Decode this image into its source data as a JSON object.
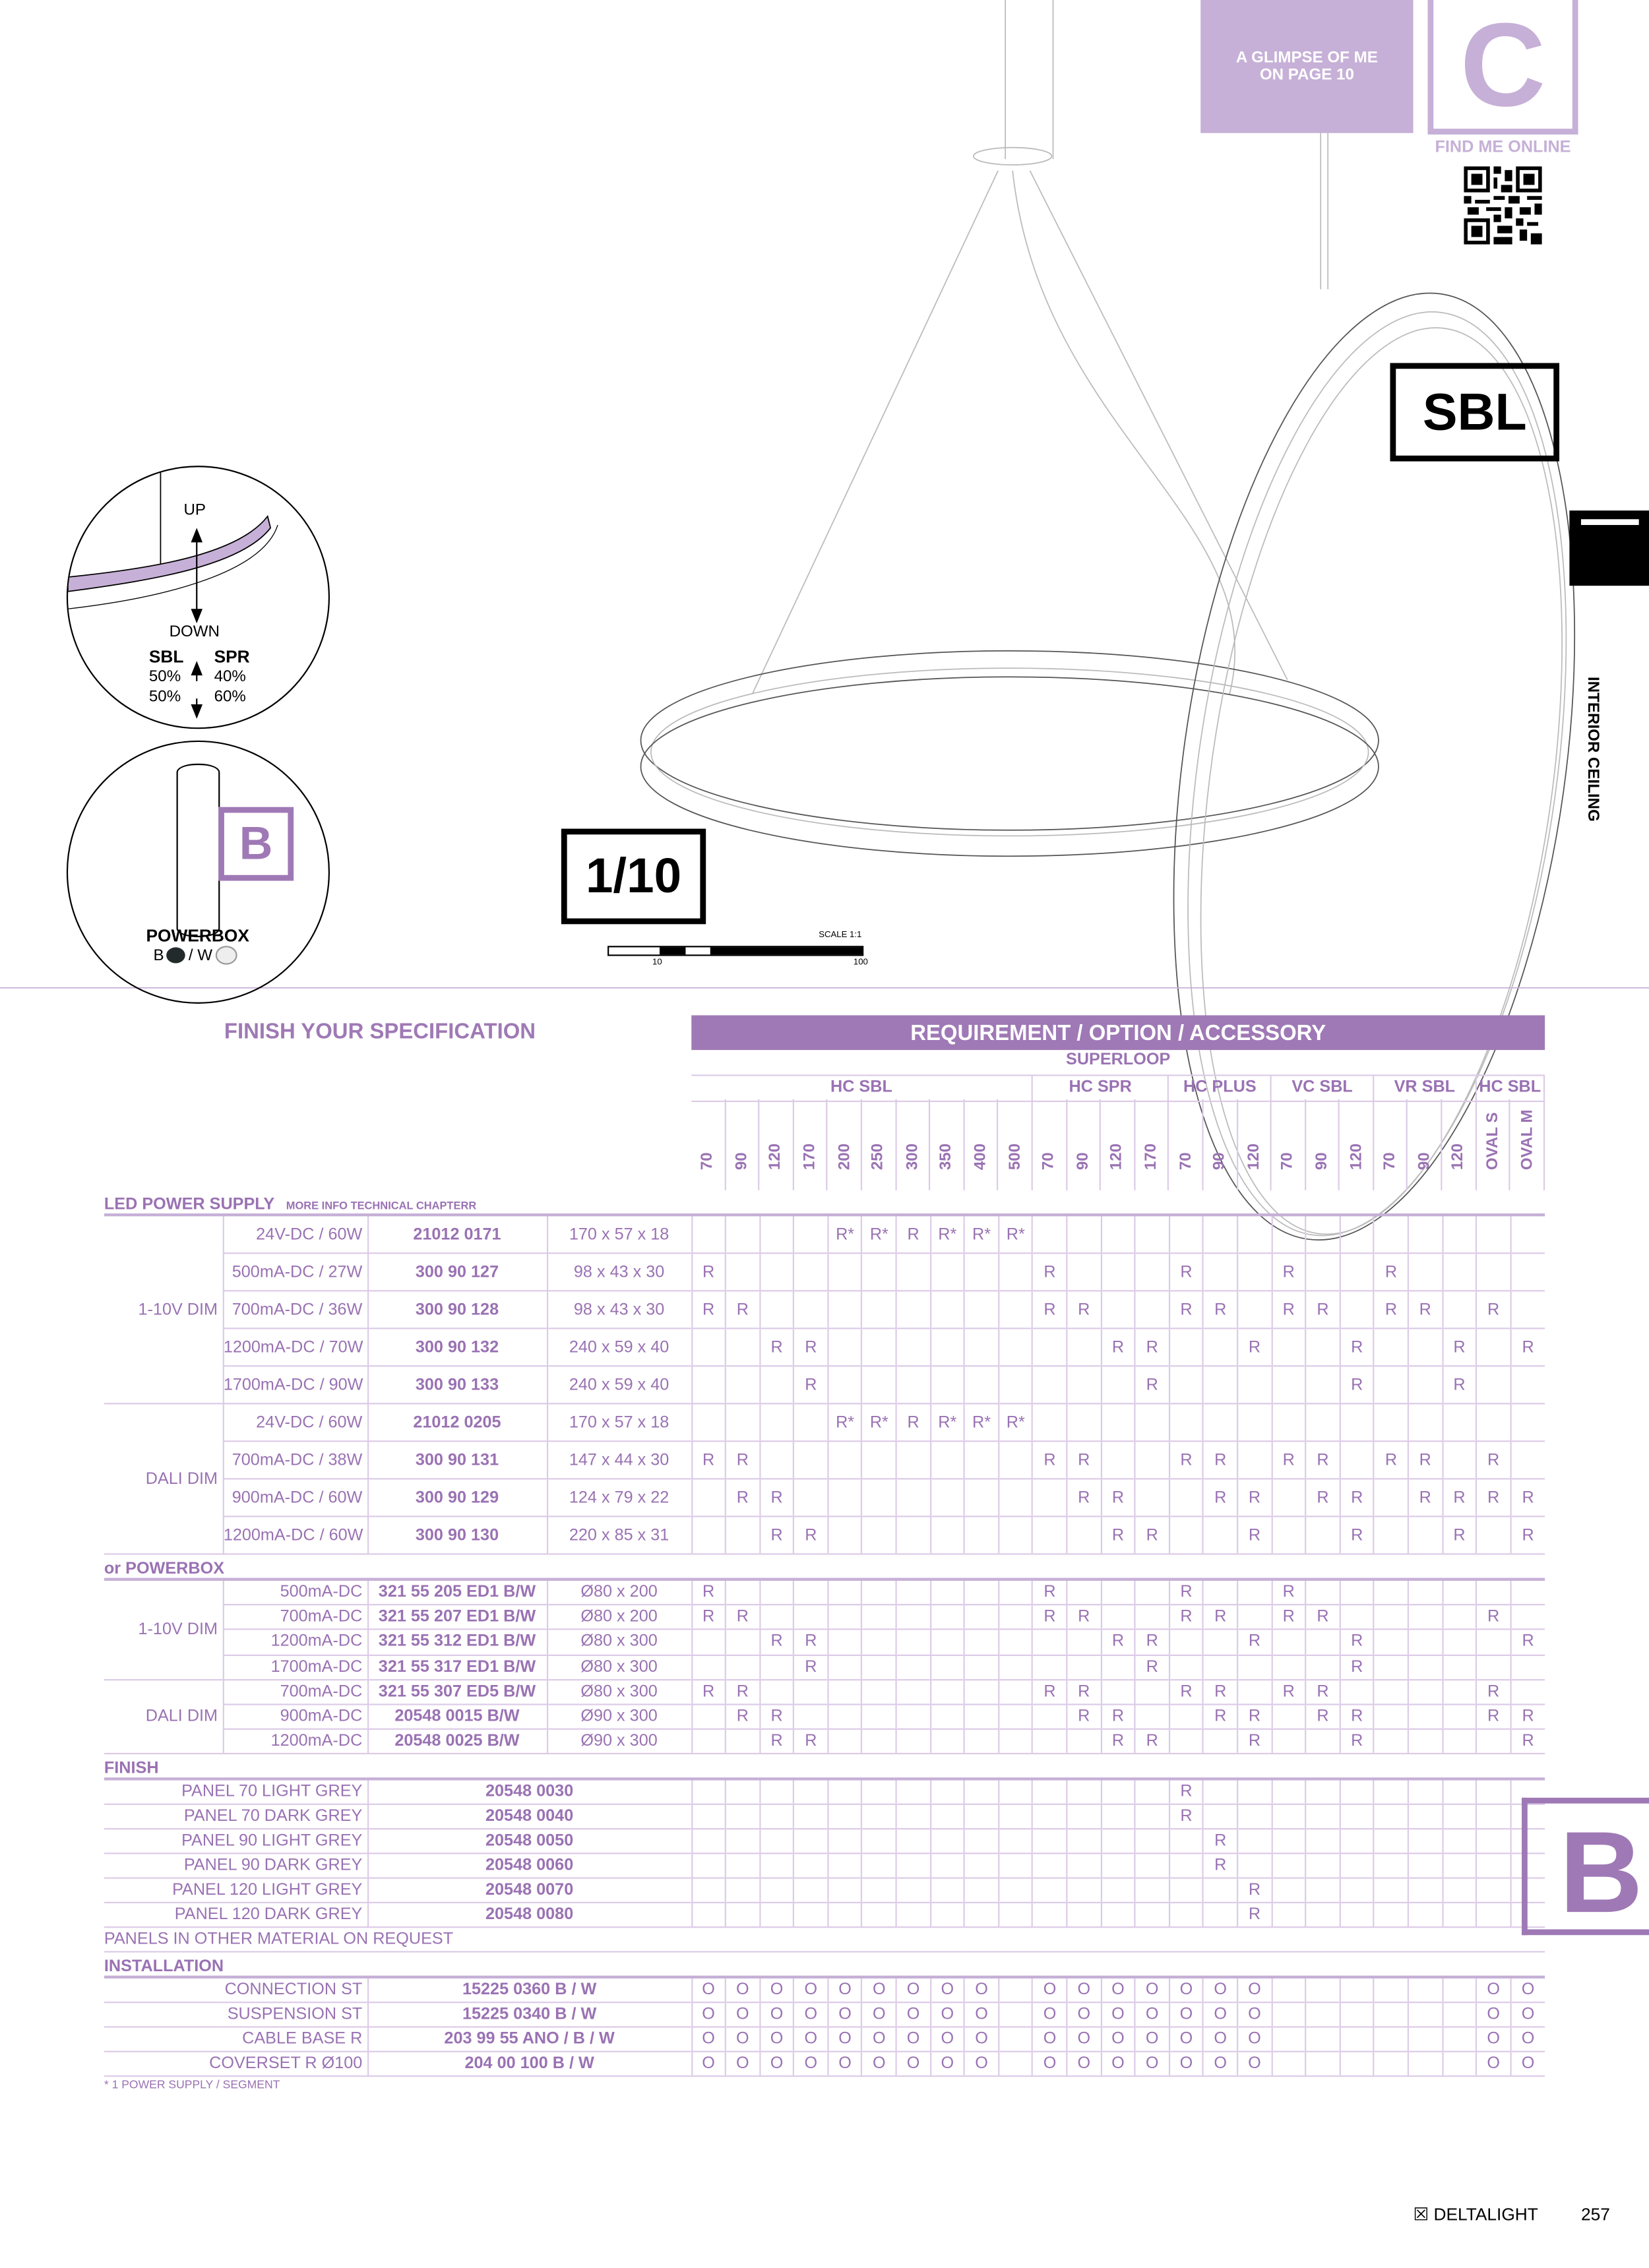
{
  "header": {
    "glimpse_line1": "A GLIMPSE OF ME",
    "glimpse_line2": "ON PAGE 10",
    "category_letter": "C",
    "find_me_online": "FIND ME ONLINE"
  },
  "product_badge": "SBL",
  "side_tab": "INTERIOR CEILING",
  "scale_badge": "1/10",
  "scale_bar": {
    "label": "SCALE 1:1",
    "tick_10": "10",
    "tick_100": "100"
  },
  "detail_light": {
    "up": "UP",
    "down": "DOWN",
    "sbl": "SBL",
    "spr": "SPR",
    "sbl_up": "50%",
    "sbl_down": "50%",
    "spr_up": "40%",
    "spr_down": "60%"
  },
  "detail_powerbox": {
    "badge": "B",
    "title": "POWERBOX",
    "b": "B",
    "w": "/ W"
  },
  "finish_badge": "B",
  "spec": {
    "title": "FINISH YOUR SPECIFICATION",
    "requirement_title": "REQUIREMENT / OPTION / ACCESSORY",
    "family": "SUPERLOOP",
    "groups": [
      {
        "name": "HC SBL",
        "columns": [
          "70",
          "90",
          "120",
          "170",
          "200",
          "250",
          "300",
          "350",
          "400",
          "500"
        ]
      },
      {
        "name": "HC SPR",
        "columns": [
          "70",
          "90",
          "120",
          "170"
        ]
      },
      {
        "name": "HC PLUS",
        "columns": [
          "70",
          "90",
          "120"
        ]
      },
      {
        "name": "VC SBL",
        "columns": [
          "70",
          "90",
          "120"
        ]
      },
      {
        "name": "VR SBL",
        "columns": [
          "70",
          "90",
          "120"
        ]
      },
      {
        "name": "HC SBL",
        "columns": [
          "OVAL S",
          "OVAL M"
        ]
      }
    ],
    "led": {
      "title": "LED POWER SUPPLY",
      "subtitle": "MORE INFO TECHNICAL CHAPTERR",
      "groups": [
        {
          "label": "1-10V DIM",
          "rows": [
            {
              "spec": "24V-DC / 60W",
              "code": "21012 0171",
              "dims": "170 x 57 x 18",
              "marks": [
                "",
                "",
                "",
                "",
                "R*",
                "R*",
                "R",
                "R*",
                "R*",
                "R*",
                "",
                "",
                "",
                "",
                "",
                "",
                "",
                "",
                "",
                "",
                "",
                "",
                "",
                "",
                ""
              ]
            },
            {
              "spec": "500mA-DC / 27W",
              "code": "300 90 127",
              "dims": "98 x 43 x 30",
              "marks": [
                "R",
                "",
                "",
                "",
                "",
                "",
                "",
                "",
                "",
                "",
                "R",
                "",
                "",
                "",
                "R",
                "",
                "",
                "R",
                "",
                "",
                "R",
                "",
                "",
                "",
                ""
              ]
            },
            {
              "spec": "700mA-DC / 36W",
              "code": "300 90 128",
              "dims": "98 x 43 x 30",
              "marks": [
                "R",
                "R",
                "",
                "",
                "",
                "",
                "",
                "",
                "",
                "",
                "R",
                "R",
                "",
                "",
                "R",
                "R",
                "",
                "R",
                "R",
                "",
                "R",
                "R",
                "",
                "R",
                ""
              ]
            },
            {
              "spec": "1200mA-DC / 70W",
              "code": "300 90 132",
              "dims": "240 x 59 x 40",
              "marks": [
                "",
                "",
                "R",
                "R",
                "",
                "",
                "",
                "",
                "",
                "",
                "",
                "",
                "R",
                "R",
                "",
                "",
                "R",
                "",
                "",
                "R",
                "",
                "",
                "R",
                "",
                "R"
              ]
            },
            {
              "spec": "1700mA-DC / 90W",
              "code": "300 90 133",
              "dims": "240 x 59 x 40",
              "marks": [
                "",
                "",
                "",
                "R",
                "",
                "",
                "",
                "",
                "",
                "",
                "",
                "",
                "",
                "R",
                "",
                "",
                "",
                "",
                "",
                "R",
                "",
                "",
                "R",
                "",
                ""
              ]
            }
          ]
        },
        {
          "label": "DALI DIM",
          "rows": [
            {
              "spec": "24V-DC / 60W",
              "code": "21012 0205",
              "dims": "170 x 57 x 18",
              "marks": [
                "",
                "",
                "",
                "",
                "R*",
                "R*",
                "R",
                "R*",
                "R*",
                "R*",
                "",
                "",
                "",
                "",
                "",
                "",
                "",
                "",
                "",
                "",
                "",
                "",
                "",
                "",
                ""
              ]
            },
            {
              "spec": "700mA-DC / 38W",
              "code": "300 90 131",
              "dims": "147 x 44 x 30",
              "marks": [
                "R",
                "R",
                "",
                "",
                "",
                "",
                "",
                "",
                "",
                "",
                "R",
                "R",
                "",
                "",
                "R",
                "R",
                "",
                "R",
                "R",
                "",
                "R",
                "R",
                "",
                "R",
                ""
              ]
            },
            {
              "spec": "900mA-DC / 60W",
              "code": "300 90 129",
              "dims": "124 x 79 x 22",
              "marks": [
                "",
                "R",
                "R",
                "",
                "",
                "",
                "",
                "",
                "",
                "",
                "",
                "R",
                "R",
                "",
                "",
                "R",
                "R",
                "",
                "R",
                "R",
                "",
                "R",
                "R",
                "R",
                "R"
              ]
            },
            {
              "spec": "1200mA-DC / 60W",
              "code": "300 90 130",
              "dims": "220 x 85 x 31",
              "marks": [
                "",
                "",
                "R",
                "R",
                "",
                "",
                "",
                "",
                "",
                "",
                "",
                "",
                "R",
                "R",
                "",
                "",
                "R",
                "",
                "",
                "R",
                "",
                "",
                "R",
                "",
                "R"
              ]
            }
          ]
        }
      ]
    },
    "powerbox": {
      "title": "or POWERBOX",
      "groups": [
        {
          "label": "1-10V DIM",
          "rows": [
            {
              "spec": "500mA-DC",
              "code": "321 55 205 ED1 B/W",
              "dims": "Ø80 x 200",
              "marks": [
                "R",
                "",
                "",
                "",
                "",
                "",
                "",
                "",
                "",
                "",
                "R",
                "",
                "",
                "",
                "R",
                "",
                "",
                "R",
                "",
                "",
                "",
                "",
                "",
                "",
                ""
              ]
            },
            {
              "spec": "700mA-DC",
              "code": "321 55 207 ED1 B/W",
              "dims": "Ø80 x 200",
              "marks": [
                "R",
                "R",
                "",
                "",
                "",
                "",
                "",
                "",
                "",
                "",
                "R",
                "R",
                "",
                "",
                "R",
                "R",
                "",
                "R",
                "R",
                "",
                "",
                "",
                "",
                "R",
                ""
              ]
            },
            {
              "spec": "1200mA-DC",
              "code": "321 55 312 ED1 B/W",
              "dims": "Ø80 x 300",
              "marks": [
                "",
                "",
                "R",
                "R",
                "",
                "",
                "",
                "",
                "",
                "",
                "",
                "",
                "R",
                "R",
                "",
                "",
                "R",
                "",
                "",
                "R",
                "",
                "",
                "",
                "",
                "R"
              ]
            },
            {
              "spec": "1700mA-DC",
              "code": "321 55 317 ED1 B/W",
              "dims": "Ø80 x 300",
              "marks": [
                "",
                "",
                "",
                "R",
                "",
                "",
                "",
                "",
                "",
                "",
                "",
                "",
                "",
                "R",
                "",
                "",
                "",
                "",
                "",
                "R",
                "",
                "",
                "",
                "",
                ""
              ]
            }
          ]
        },
        {
          "label": "DALI DIM",
          "rows": [
            {
              "spec": "700mA-DC",
              "code": "321 55 307 ED5 B/W",
              "dims": "Ø80 x 300",
              "marks": [
                "R",
                "R",
                "",
                "",
                "",
                "",
                "",
                "",
                "",
                "",
                "R",
                "R",
                "",
                "",
                "R",
                "R",
                "",
                "R",
                "R",
                "",
                "",
                "",
                "",
                "R",
                ""
              ]
            },
            {
              "spec": "900mA-DC",
              "code": "20548 0015 B/W",
              "dims": "Ø90 x 300",
              "marks": [
                "",
                "R",
                "R",
                "",
                "",
                "",
                "",
                "",
                "",
                "",
                "",
                "R",
                "R",
                "",
                "",
                "R",
                "R",
                "",
                "R",
                "R",
                "",
                "",
                "",
                "R",
                "R"
              ]
            },
            {
              "spec": "1200mA-DC",
              "code": "20548 0025 B/W",
              "dims": "Ø90 x 300",
              "marks": [
                "",
                "",
                "R",
                "R",
                "",
                "",
                "",
                "",
                "",
                "",
                "",
                "",
                "R",
                "R",
                "",
                "",
                "R",
                "",
                "",
                "R",
                "",
                "",
                "",
                "",
                "R"
              ]
            }
          ]
        }
      ]
    },
    "finish": {
      "title": "FINISH",
      "rows": [
        {
          "name": "PANEL 70 LIGHT GREY",
          "code": "20548 0030",
          "marks": [
            "",
            "",
            "",
            "",
            "",
            "",
            "",
            "",
            "",
            "",
            "",
            "",
            "",
            "",
            "R",
            "",
            "",
            "",
            "",
            "",
            "",
            "",
            "",
            "",
            ""
          ]
        },
        {
          "name": "PANEL 70 DARK GREY",
          "code": "20548 0040",
          "marks": [
            "",
            "",
            "",
            "",
            "",
            "",
            "",
            "",
            "",
            "",
            "",
            "",
            "",
            "",
            "R",
            "",
            "",
            "",
            "",
            "",
            "",
            "",
            "",
            "",
            ""
          ]
        },
        {
          "name": "PANEL 90 LIGHT GREY",
          "code": "20548 0050",
          "marks": [
            "",
            "",
            "",
            "",
            "",
            "",
            "",
            "",
            "",
            "",
            "",
            "",
            "",
            "",
            "",
            "R",
            "",
            "",
            "",
            "",
            "",
            "",
            "",
            "",
            ""
          ]
        },
        {
          "name": "PANEL 90 DARK GREY",
          "code": "20548 0060",
          "marks": [
            "",
            "",
            "",
            "",
            "",
            "",
            "",
            "",
            "",
            "",
            "",
            "",
            "",
            "",
            "",
            "R",
            "",
            "",
            "",
            "",
            "",
            "",
            "",
            "",
            ""
          ]
        },
        {
          "name": "PANEL 120 LIGHT GREY",
          "code": "20548 0070",
          "marks": [
            "",
            "",
            "",
            "",
            "",
            "",
            "",
            "",
            "",
            "",
            "",
            "",
            "",
            "",
            "",
            "",
            "R",
            "",
            "",
            "",
            "",
            "",
            "",
            "",
            ""
          ]
        },
        {
          "name": "PANEL 120 DARK GREY",
          "code": "20548 0080",
          "marks": [
            "",
            "",
            "",
            "",
            "",
            "",
            "",
            "",
            "",
            "",
            "",
            "",
            "",
            "",
            "",
            "",
            "R",
            "",
            "",
            "",
            "",
            "",
            "",
            "",
            ""
          ]
        }
      ],
      "note": "PANELS IN OTHER MATERIAL ON REQUEST"
    },
    "installation": {
      "title": "INSTALLATION",
      "rows": [
        {
          "name": "CONNECTION ST",
          "code": "15225 0360 B / W",
          "marks": [
            "O",
            "O",
            "O",
            "O",
            "O",
            "O",
            "O",
            "O",
            "O",
            "",
            "O",
            "O",
            "O",
            "O",
            "O",
            "O",
            "O",
            "",
            "",
            "",
            "",
            "",
            "",
            "O",
            "O"
          ]
        },
        {
          "name": "SUSPENSION ST",
          "code": "15225 0340 B / W",
          "marks": [
            "O",
            "O",
            "O",
            "O",
            "O",
            "O",
            "O",
            "O",
            "O",
            "",
            "O",
            "O",
            "O",
            "O",
            "O",
            "O",
            "O",
            "",
            "",
            "",
            "",
            "",
            "",
            "O",
            "O"
          ]
        },
        {
          "name": "CABLE BASE R",
          "code": "203 99 55 ANO / B / W",
          "marks": [
            "O",
            "O",
            "O",
            "O",
            "O",
            "O",
            "O",
            "O",
            "O",
            "",
            "O",
            "O",
            "O",
            "O",
            "O",
            "O",
            "O",
            "",
            "",
            "",
            "",
            "",
            "",
            "O",
            "O"
          ]
        },
        {
          "name": "COVERSET R Ø100",
          "code": "204 00 100 B / W",
          "marks": [
            "O",
            "O",
            "O",
            "O",
            "O",
            "O",
            "O",
            "O",
            "O",
            "",
            "O",
            "O",
            "O",
            "O",
            "O",
            "O",
            "O",
            "",
            "",
            "",
            "",
            "",
            "",
            "O",
            "O"
          ]
        }
      ]
    },
    "footnote": "* 1 POWER SUPPLY / SEGMENT"
  },
  "footer": {
    "brand": "DELTALIGHT",
    "page": "257"
  },
  "colors": {
    "accent": "#9f79b5",
    "accent_light": "#c6b0d7",
    "text": "#9a72b3",
    "rule": "#dccbe7"
  }
}
